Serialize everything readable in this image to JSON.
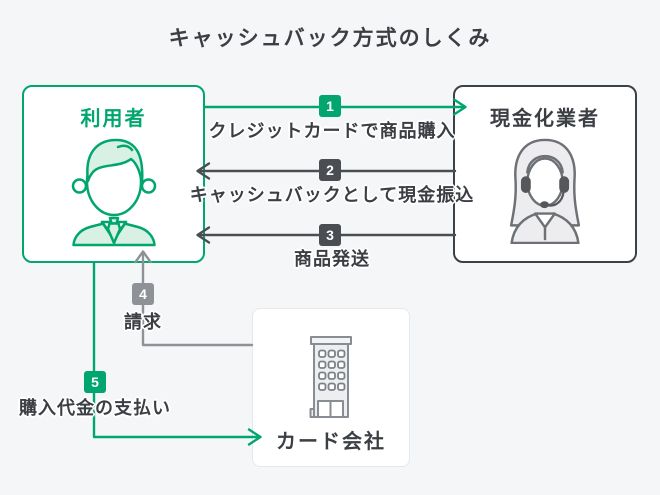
{
  "diagram": {
    "title": "キャッシュバック方式のしくみ",
    "nodes": {
      "user": {
        "label": "利用者",
        "icon": "businessman-icon"
      },
      "cash_provider": {
        "label": "現金化業者",
        "icon": "call-operator-icon"
      },
      "card_company": {
        "label": "カード会社",
        "icon": "office-building-icon"
      }
    },
    "steps": [
      {
        "number": "1",
        "label": "クレジットカードで商品購入",
        "from": "user",
        "to": "cash_provider",
        "color": "#00a66e"
      },
      {
        "number": "2",
        "label": "キャッシュバックとして現金振込",
        "from": "cash_provider",
        "to": "user",
        "color": "#4a4d52"
      },
      {
        "number": "3",
        "label": "商品発送",
        "from": "cash_provider",
        "to": "user",
        "color": "#4a4d52"
      },
      {
        "number": "4",
        "label": "請求",
        "from": "card_company",
        "to": "user",
        "color": "#8e9196"
      },
      {
        "number": "5",
        "label": "購入代金の支払い",
        "from": "user",
        "to": "card_company",
        "color": "#00a66e"
      }
    ],
    "colors": {
      "background": "#f5f6f8",
      "accent_green": "#00a66e",
      "accent_green_light": "#d9f0e4",
      "dark_text": "#3b3e43",
      "dark_arrow": "#4a4d52",
      "step_gray": "#8e9196",
      "card_box_border": "#e5e7ea"
    }
  }
}
